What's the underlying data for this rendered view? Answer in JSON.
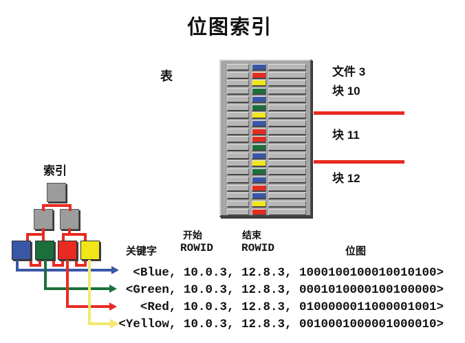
{
  "title": "位图索引",
  "table": {
    "label": "表",
    "row_colors": [
      "blue",
      "red",
      "yellow",
      "green",
      "blue",
      "green",
      "yellow",
      "blue",
      "red",
      "red",
      "green",
      "blue",
      "yellow",
      "green",
      "blue",
      "red",
      "blue",
      "yellow",
      "red"
    ]
  },
  "file_blocks": {
    "file_label": "文件 3",
    "block_labels": [
      "块 10",
      "块 11",
      "块 12"
    ]
  },
  "index_tree": {
    "label": "索引",
    "leaf_colors": [
      "blue",
      "green",
      "red",
      "yellow"
    ]
  },
  "bitmap_table": {
    "headers": {
      "key": "关键字",
      "start_rowid_line1": "开始",
      "start_rowid_line2": "ROWID",
      "end_rowid_line1": "结束",
      "end_rowid_line2": "ROWID",
      "bitmap": "位图"
    },
    "entries": [
      "<Blue, 10.0.3, 12.8.3, 1000100100010010100>",
      "<Green, 10.0.3, 12.8.3, 0001010000100100000>",
      "<Red, 10.0.3, 12.8.3, 0100000011000001001>",
      "<Yellow, 10.0.3, 12.8.3, 0010001000001000010>"
    ]
  },
  "colors": {
    "blue": "#3a57a7",
    "green": "#1c6f3b",
    "red": "#e92a22",
    "yellow": "#f2e619",
    "yellow_arrow": "#f1e96e",
    "node_gray": "#9c9c9c",
    "line_red": "#e92a22"
  }
}
